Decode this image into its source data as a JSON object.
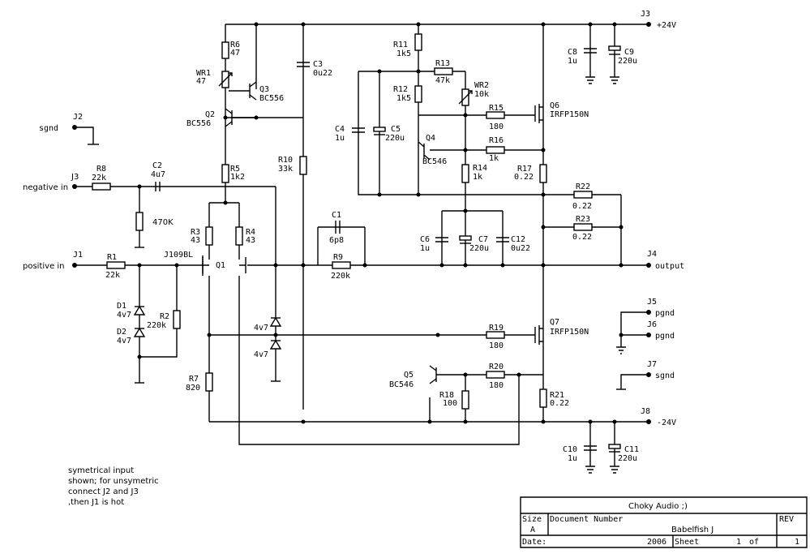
{
  "components": {
    "R1": {
      "ref": "R1",
      "value": "22k"
    },
    "R2": {
      "ref": "R2",
      "value": "220k"
    },
    "R3": {
      "ref": "R3",
      "value": "43"
    },
    "R4": {
      "ref": "R4",
      "value": "43"
    },
    "R5": {
      "ref": "R5",
      "value": "1k2"
    },
    "R6": {
      "ref": "R6",
      "value": "47"
    },
    "R7": {
      "ref": "R7",
      "value": "820"
    },
    "R8": {
      "ref": "R8",
      "value": "22k"
    },
    "R9": {
      "ref": "R9",
      "value": "220k"
    },
    "R10": {
      "ref": "R10",
      "value": "33k"
    },
    "R11": {
      "ref": "R11",
      "value": "1k5"
    },
    "R12": {
      "ref": "R12",
      "value": "1k5"
    },
    "R13": {
      "ref": "R13",
      "value": "47k"
    },
    "R14": {
      "ref": "R14",
      "value": "1k"
    },
    "R15": {
      "ref": "R15",
      "value": "180"
    },
    "R16": {
      "ref": "R16",
      "value": "1k"
    },
    "R17": {
      "ref": "R17",
      "value": "0.22"
    },
    "R18": {
      "ref": "R18",
      "value": "100"
    },
    "R19": {
      "ref": "R19",
      "value": "180"
    },
    "R20": {
      "ref": "R20",
      "value": "180"
    },
    "R21": {
      "ref": "R21",
      "value": "0.22"
    },
    "R22": {
      "ref": "R22",
      "value": "0.22"
    },
    "R23": {
      "ref": "R23",
      "value": "0.22"
    },
    "R470": {
      "value": "470K"
    },
    "WR1": {
      "ref": "WR1",
      "value": "47"
    },
    "WR2": {
      "ref": "WR2",
      "value": "10k"
    },
    "C1": {
      "ref": "C1",
      "value": "6p8"
    },
    "C2": {
      "ref": "C2",
      "value": "4u7"
    },
    "C3": {
      "ref": "C3",
      "value": "0u22"
    },
    "C4": {
      "ref": "C4",
      "value": "1u"
    },
    "C5": {
      "ref": "C5",
      "value": "220u"
    },
    "C6": {
      "ref": "C6",
      "value": "1u"
    },
    "C7": {
      "ref": "C7",
      "value": "220u"
    },
    "C8": {
      "ref": "C8",
      "value": "1u"
    },
    "C9": {
      "ref": "C9",
      "value": "220u"
    },
    "C10": {
      "ref": "C10",
      "value": "1u"
    },
    "C11": {
      "ref": "C11",
      "value": "220u"
    },
    "C12": {
      "ref": "C12",
      "value": "0u22"
    },
    "D1": {
      "ref": "D1",
      "value": "4v7"
    },
    "D2": {
      "ref": "D2",
      "value": "4v7"
    },
    "D3": {
      "value": "4v7"
    },
    "D4": {
      "value": "4v7"
    },
    "Q1": {
      "ref": "Q1",
      "value": "J109BL"
    },
    "Q2": {
      "ref": "Q2",
      "value": "BC556"
    },
    "Q3": {
      "ref": "Q3",
      "value": "BC556"
    },
    "Q4": {
      "ref": "Q4",
      "value": "BC546"
    },
    "Q5": {
      "ref": "Q5",
      "value": "BC546"
    },
    "Q6": {
      "ref": "Q6",
      "value": "IRFP150N"
    },
    "Q7": {
      "ref": "Q7",
      "value": "IRFP150N"
    }
  },
  "connectors": {
    "J1": {
      "ref": "J1",
      "net": "positive in"
    },
    "J2": {
      "ref": "J2",
      "net": "sgnd"
    },
    "J3a": {
      "ref": "J3",
      "net": "negative in"
    },
    "J3b": {
      "ref": "J3",
      "net": "+24V"
    },
    "J4": {
      "ref": "J4",
      "net": "output"
    },
    "J5": {
      "ref": "J5",
      "net": "pgnd"
    },
    "J6": {
      "ref": "J6",
      "net": "pgnd"
    },
    "J7": {
      "ref": "J7",
      "net": "sgnd"
    },
    "J8": {
      "ref": "J8",
      "net": "-24V"
    }
  },
  "note": [
    "symetrical input",
    "shown; for unsymetric",
    "connect J2 and J3",
    ",then J1 is hot"
  ],
  "title_block": {
    "company": "Choky Audio ;)",
    "size_label": "Size",
    "size": "A",
    "docnum_label": "Document Number",
    "docnum": "Babelfish J",
    "rev_label": "REV",
    "date_label": "Date:",
    "date": "2006",
    "sheet_label": "Sheet",
    "sheet_num": "1",
    "of_label": "of",
    "sheet_total": "1"
  }
}
